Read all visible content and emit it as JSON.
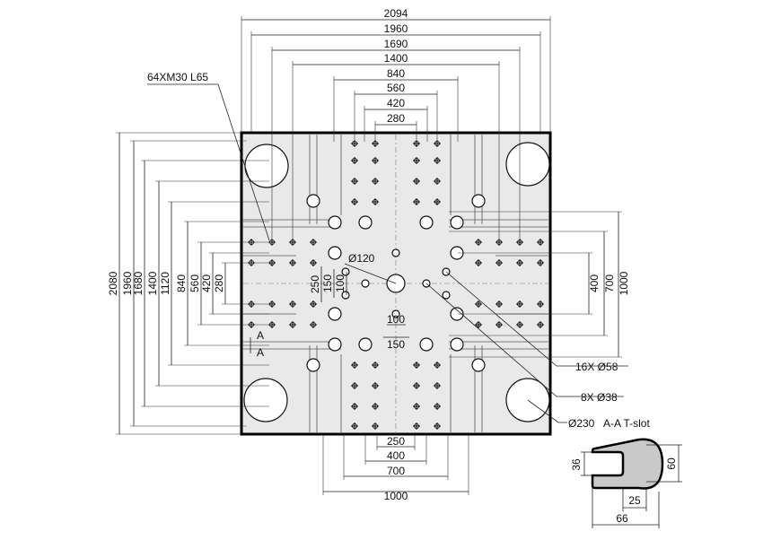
{
  "top_dims": [
    "2094",
    "1960",
    "1690",
    "1400",
    "840",
    "560",
    "420",
    "280"
  ],
  "left_dims": [
    "2080",
    "1960",
    "1680",
    "1400",
    "1120",
    "840",
    "560",
    "420",
    "280"
  ],
  "right_dims": [
    "1000",
    "700",
    "400"
  ],
  "inner_dims": [
    "250",
    "150",
    "100"
  ],
  "inner_bottom_dims": [
    "100",
    "150"
  ],
  "bottom_dims": [
    "250",
    "400",
    "700",
    "1000"
  ],
  "labels": {
    "tapped": "64XM30 L65",
    "center_hole": "Ø120",
    "holes58": "16X Ø58",
    "holes38": "8X Ø38",
    "big_holes": "Ø230",
    "section_mark": "A",
    "section_title": "A-A T-slot"
  },
  "tslot_dims": [
    "36",
    "60",
    "25",
    "66"
  ],
  "colors": {
    "plate_fill": "#e9e9e9",
    "line": "#000000"
  }
}
